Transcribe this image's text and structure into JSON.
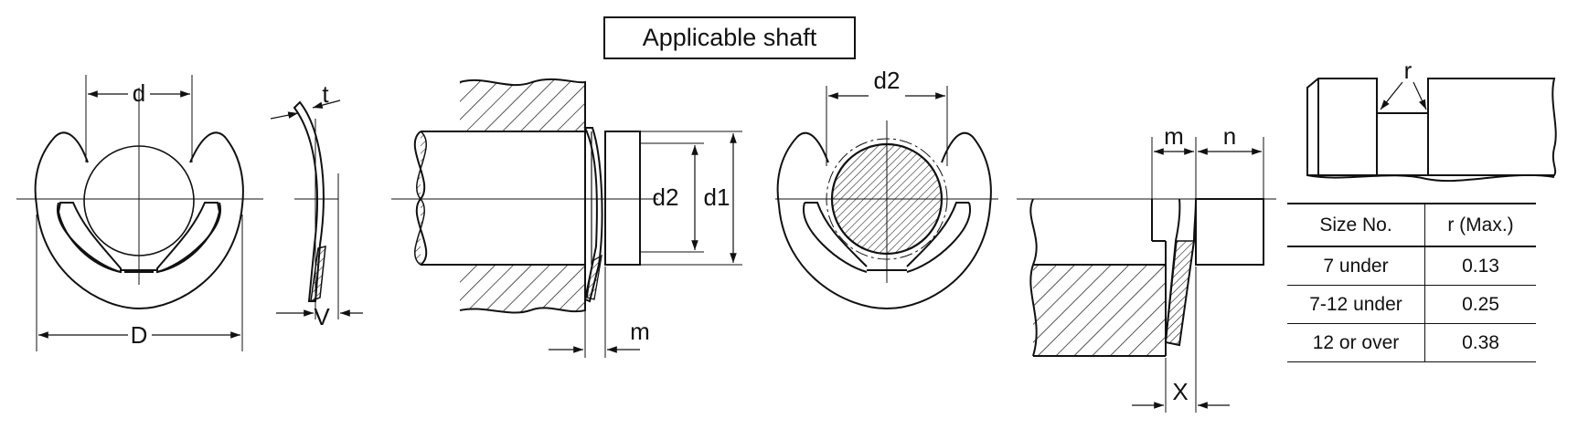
{
  "title": "Applicable shaft",
  "labels": {
    "d": "d",
    "D": "D",
    "t": "t",
    "V": "V",
    "d2_side": "d2",
    "d1_side": "d1",
    "m_left": "m",
    "d2_front": "d2",
    "m_right": "m",
    "n": "n",
    "X": "X",
    "r": "r"
  },
  "table": {
    "headers": [
      "Size No.",
      "r (Max.)"
    ],
    "rows": [
      [
        "7 under",
        "0.13"
      ],
      [
        "7-12 under",
        "0.25"
      ],
      [
        "12 or over",
        "0.38"
      ]
    ]
  },
  "colors": {
    "line": "#111111",
    "background": "#ffffff"
  }
}
